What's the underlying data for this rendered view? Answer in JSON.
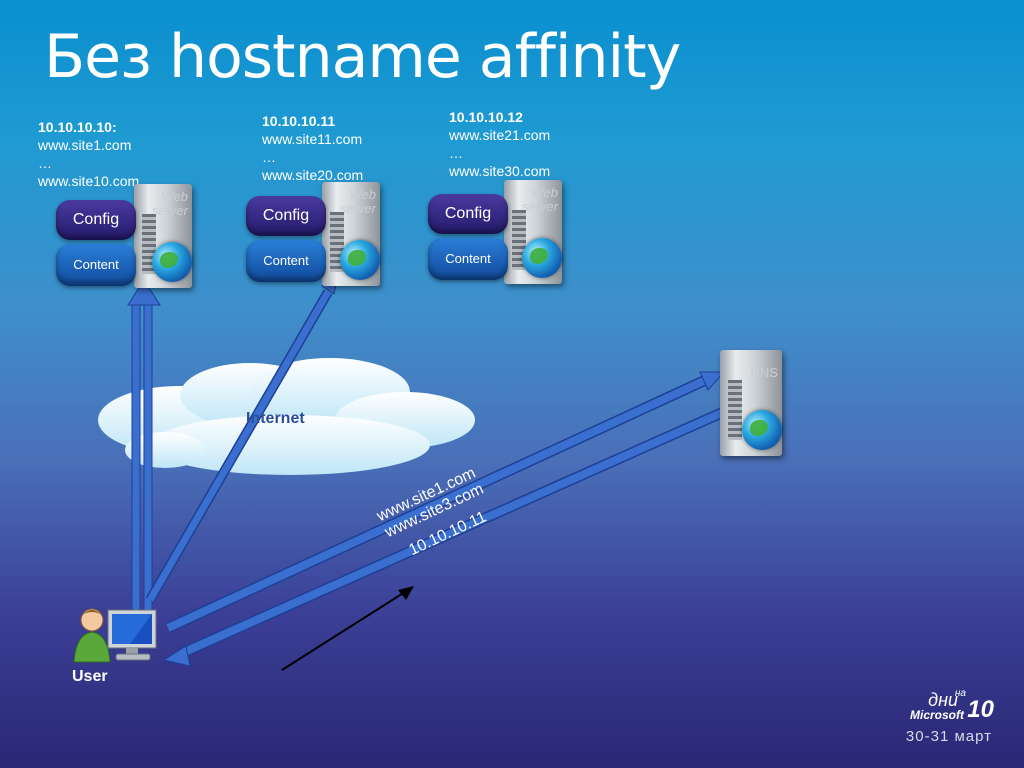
{
  "title": "Без hostname affinity",
  "servers": [
    {
      "ip": "10.10.10.10:",
      "site_first": "www.site1.com",
      "ellipsis": "…",
      "site_last": "www.site10.com",
      "config_label": "Config",
      "content_label": "Content",
      "tower_label": "Web server"
    },
    {
      "ip": "10.10.10.11",
      "site_first": "www.site11.com",
      "ellipsis": "…",
      "site_last": "www.site20.com",
      "config_label": "Config",
      "content_label": "Content",
      "tower_label": "Web server"
    },
    {
      "ip": "10.10.10.12",
      "site_first": "www.site21.com",
      "ellipsis": "…",
      "site_last": "www.site30.com",
      "config_label": "Config",
      "content_label": "Content",
      "tower_label": "Web server"
    }
  ],
  "dns_label": "DNS",
  "cloud_label": "Internet",
  "user_label": "User",
  "dns_query_1": "www.site1.com",
  "dns_query_2": "www.site3.com",
  "dns_answer": "10.10.10.11",
  "footer": {
    "logo_top": "дни",
    "logo_small": "на",
    "logo_brand": "Microsoft",
    "logo_number": "10",
    "date": "30-31 март"
  },
  "colors": {
    "arrow": "#3a6fd0",
    "arrow_dark": "#1d3f95",
    "config": "#2f2380",
    "content": "#1a5bb8"
  }
}
